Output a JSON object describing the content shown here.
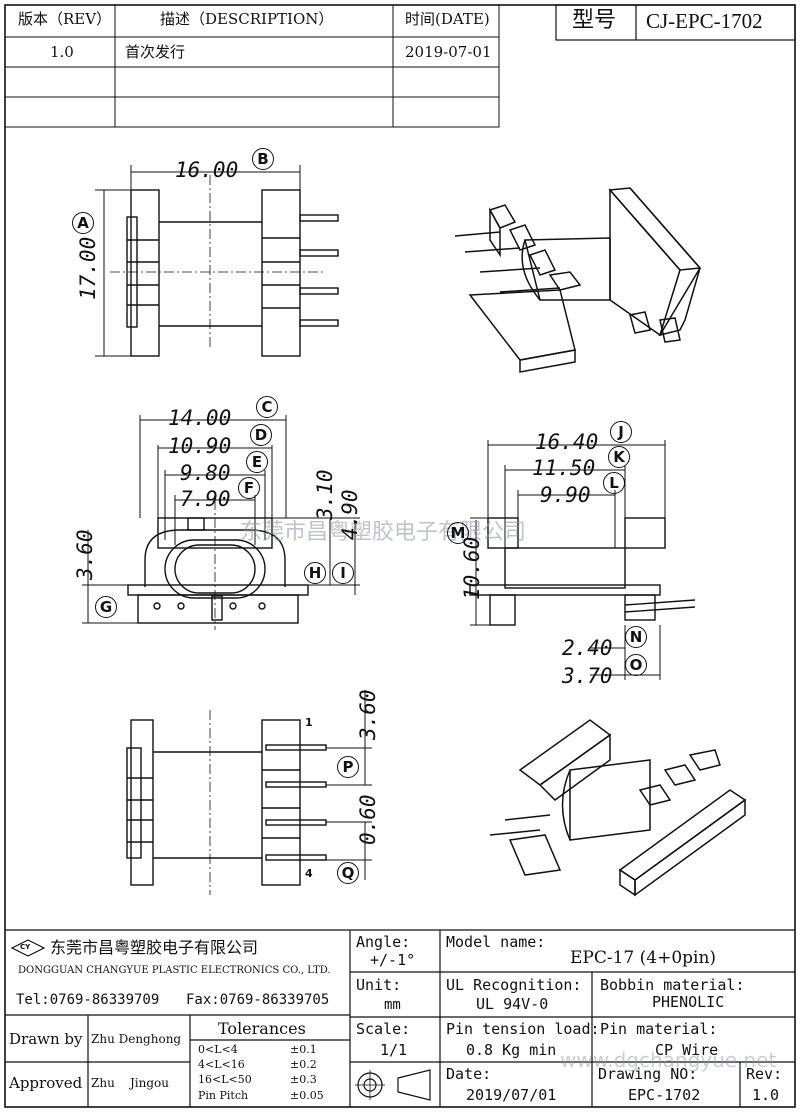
{
  "revision_table": {
    "headers": {
      "rev": "版本（REV）",
      "desc": "描述（DESCRIPTION）",
      "date": "时间(DATE)"
    },
    "rows": [
      {
        "rev": "1.0",
        "desc": "首次发行",
        "date": "2019-07-01"
      },
      {
        "rev": "",
        "desc": "",
        "date": ""
      },
      {
        "rev": "",
        "desc": "",
        "date": ""
      }
    ]
  },
  "model_box": {
    "label": "型号",
    "value": "CJ-EPC-1702"
  },
  "watermark": "东莞市昌粤塑胶电子有限公司",
  "watermark_url": "www.dgchangyue.net",
  "dimensions": {
    "top_width": "16.00",
    "top_width_tag": "B",
    "top_height": "17.00",
    "top_height_tag": "A",
    "c": "14.00",
    "c_tag": "C",
    "d": "10.90",
    "d_tag": "D",
    "e": "9.80",
    "e_tag": "E",
    "f": "7.90",
    "f_tag": "F",
    "h_val": "3.10",
    "h_tag": "H",
    "i_val": "4.90",
    "i_tag": "I",
    "g_val": "3.60",
    "g_tag": "G",
    "j": "16.40",
    "j_tag": "J",
    "k": "11.50",
    "k_tag": "K",
    "l": "9.90",
    "l_tag": "L",
    "m": "10.60",
    "m_tag": "M",
    "n": "2.40",
    "n_tag": "N",
    "o": "3.70",
    "o_tag": "O",
    "p_pitch": "3.60",
    "p_tag": "P",
    "q_val": "0.60",
    "q_tag": "Q",
    "pin1": "1",
    "pin4": "4"
  },
  "title_block": {
    "company_cn": "东莞市昌粤塑胶电子有限公司",
    "company_logo": "CY",
    "company_en": "DONGGUAN CHANGYUE PLASTIC ELECTRONICS CO., LTD.",
    "tel": "Tel:0769-86339709",
    "fax": "Fax:0769-86339705",
    "drawn_by_label": "Drawn by",
    "drawn_by": "Zhu Denghong",
    "approved_label": "Approved",
    "approved_by_1": "Zhu",
    "approved_by_2": "Jingou",
    "tolerances_label": "Tolerances",
    "tolerances": [
      {
        "range": "0<L<4",
        "value": "±0.1"
      },
      {
        "range": "4<L<16",
        "value": "±0.2"
      },
      {
        "range": "16<L<50",
        "value": "±0.3"
      },
      {
        "range": "Pin Pitch",
        "value": "±0.05"
      }
    ],
    "angle_label": "Angle:",
    "angle": "+/-1°",
    "unit_label": "Unit:",
    "unit": "mm",
    "scale_label": "Scale:",
    "scale": "1/1",
    "model_name_label": "Model name:",
    "model_name": "EPC-17 (4+0pin)",
    "ul_label": "UL Recognition:",
    "ul": "UL 94V-0",
    "bobbin_label": "Bobbin material:",
    "bobbin": "PHENOLIC",
    "pin_tension_label": "Pin tension load:",
    "pin_tension": "0.8 Kg min",
    "pin_material_label": "Pin material:",
    "pin_material": "CP Wire",
    "date_label": "Date:",
    "date": "2019/07/01",
    "drawing_no_label": "Drawing NO:",
    "drawing_no": "EPC-1702",
    "rev_label": "Rev:",
    "rev": "1.0"
  }
}
